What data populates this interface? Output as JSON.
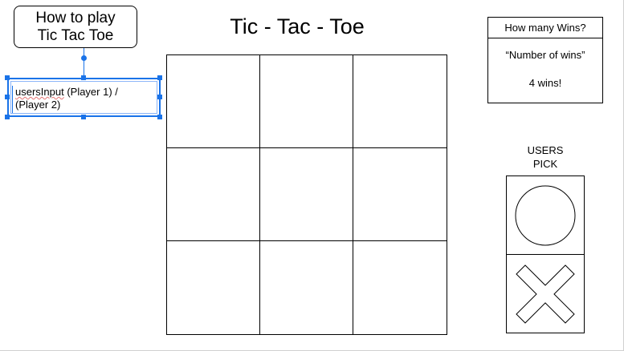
{
  "how_to_play": {
    "line1": "How to play",
    "line2": "Tic Tac Toe"
  },
  "input_box": {
    "word1": "usersInput",
    "rest1": " (Player 1) /",
    "line2": "(Player 2)"
  },
  "title": "Tic - Tac - Toe",
  "board": {
    "rows": 3,
    "cols": 3
  },
  "wins": {
    "header": "How many Wins?",
    "line1": "“Number of wins”",
    "line2": "4 wins!"
  },
  "users_pick": {
    "label_line1": "USERS",
    "label_line2": "PICK",
    "options": [
      "circle-icon",
      "x-icon"
    ]
  },
  "colors": {
    "selection": "#1a73e8",
    "stroke": "#000000",
    "background": "#ffffff"
  }
}
